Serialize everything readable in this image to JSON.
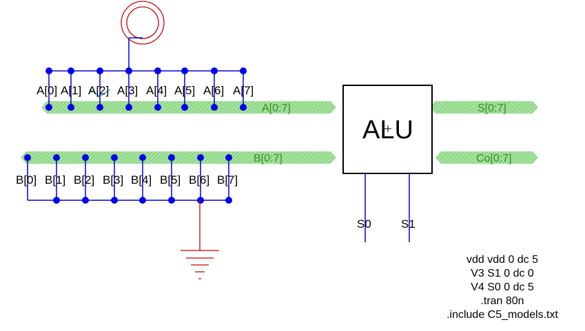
{
  "block": {
    "label": "ALU"
  },
  "buses": {
    "a": {
      "label": "A[0:7]"
    },
    "b": {
      "label": "B[0:7]"
    },
    "s": {
      "label": "S[0:7]"
    },
    "co": {
      "label": "Co[0:7]"
    }
  },
  "a_taps": [
    "A[0]",
    "A[1]",
    "A[2]",
    "A[3]",
    "A[4]",
    "A[5]",
    "A[6]",
    "A[7]"
  ],
  "b_taps": [
    "B[0]",
    "B[1]",
    "B[2]",
    "B[3]",
    "B[4]",
    "B[5]",
    "B[6]",
    "B[7]"
  ],
  "select_pins": [
    "S0",
    "S1"
  ],
  "spice_lines": [
    "vdd vdd 0 dc 5",
    "V3 S1 0 dc 0",
    "V4 S0 0 dc 5",
    ".tran 80n",
    ".include C5_models.txt"
  ],
  "colors": {
    "bus": "#8fd88a",
    "bus_text": "#3c8c28",
    "wire": "#0000cc",
    "node": "#0000ee",
    "source": "#cc0000",
    "ground": "#cc0000"
  }
}
